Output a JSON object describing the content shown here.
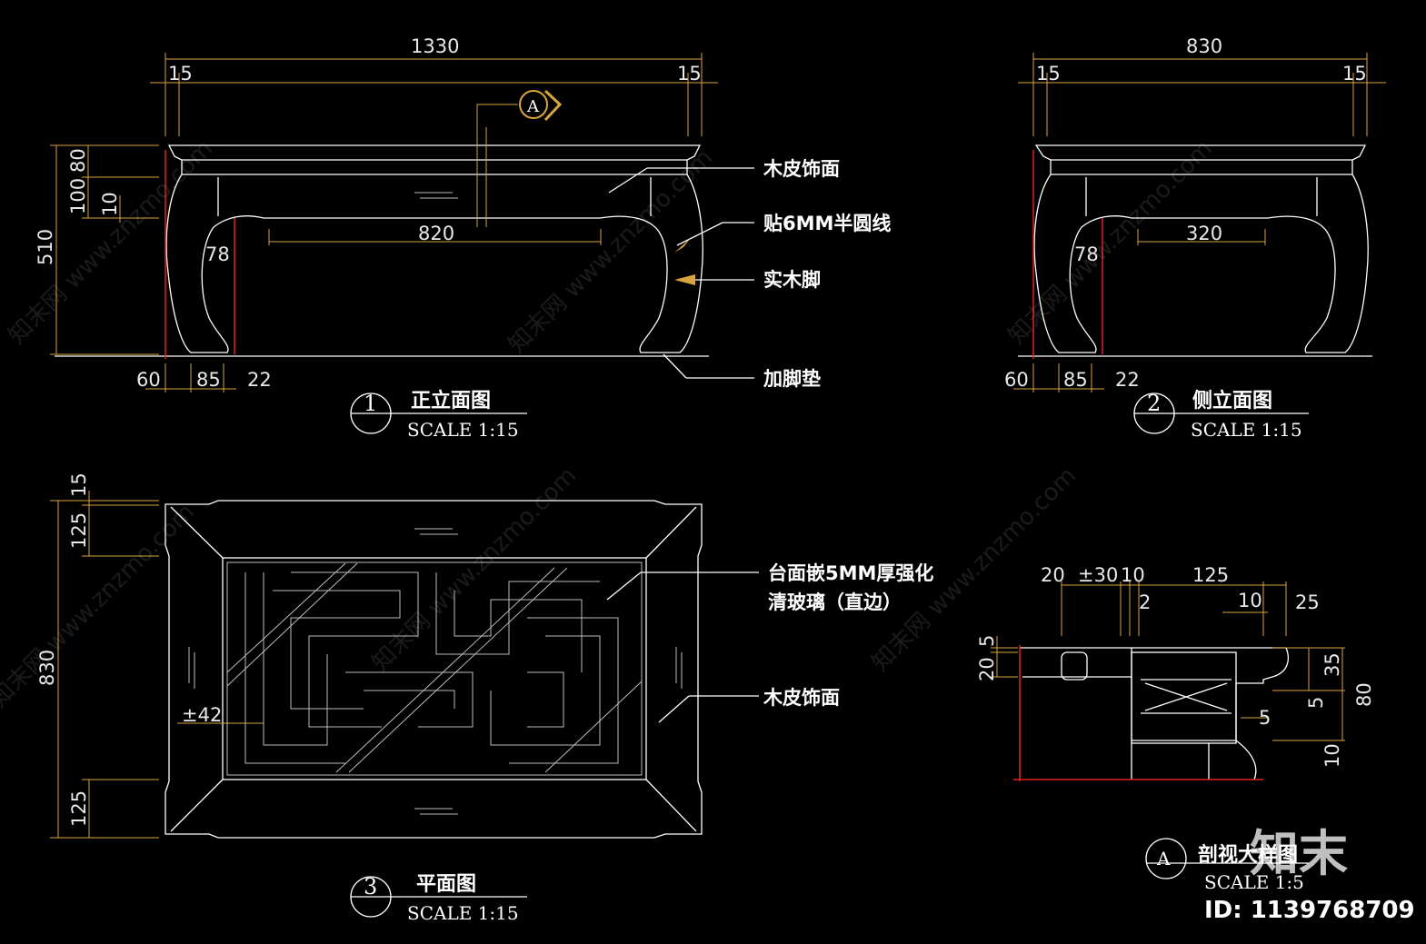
{
  "colors": {
    "background": "#000000",
    "drawing": "#ffffff",
    "dimension": "#d9a441",
    "axis": "#e02020"
  },
  "front": {
    "dims": {
      "total": "1330",
      "left_margin": "15",
      "right_margin": "15",
      "inner": "820",
      "h_total": "510",
      "h1": "80",
      "h2": "100",
      "h3": "10",
      "leg": "78",
      "b1": "60",
      "b2": "85",
      "b3": "22"
    },
    "section_marker": "A",
    "callouts": [
      "木皮饰面",
      "贴6MM半圆线",
      "实木脚",
      "加脚垫"
    ],
    "view_number": "1",
    "view_title": "正立面图",
    "view_scale": "SCALE 1:15"
  },
  "side": {
    "dims": {
      "total": "830",
      "left_margin": "15",
      "right_margin": "15",
      "inner": "320",
      "leg": "78",
      "b1": "60",
      "b2": "85",
      "b3": "22"
    },
    "view_number": "2",
    "view_title": "侧立面图",
    "view_scale": "SCALE 1:15"
  },
  "plan": {
    "dims": {
      "d1": "15",
      "d2": "125",
      "total": "830",
      "d3": "125",
      "glass_offset": "±42"
    },
    "callouts": [
      "台面嵌5MM厚强化",
      "清玻璃（直边）",
      "木皮饰面"
    ],
    "view_number": "3",
    "view_title": "平面图",
    "view_scale": "SCALE 1:15"
  },
  "detail": {
    "dims": {
      "a": "20",
      "b": "±30",
      "c": "10",
      "d": "125",
      "e": "2",
      "f": "10",
      "g": "25",
      "h": "20",
      "i": "5",
      "j": "35",
      "k": "5",
      "l": "80",
      "m": "5",
      "n": "10"
    },
    "view_number": "A",
    "view_title": "剖视大样图",
    "view_scale": "SCALE 1:5"
  },
  "watermarks": [
    "知末网 www.znzmo.com",
    "知末网 www.znzmo.com",
    "知末网 www.znzmo.com",
    "知末网 www.znzmo.com",
    "知末网 www.znzmo.com",
    "知末网 www.znzmo.com"
  ],
  "brand": {
    "logo": "知末",
    "id": "ID: 1139768709"
  }
}
